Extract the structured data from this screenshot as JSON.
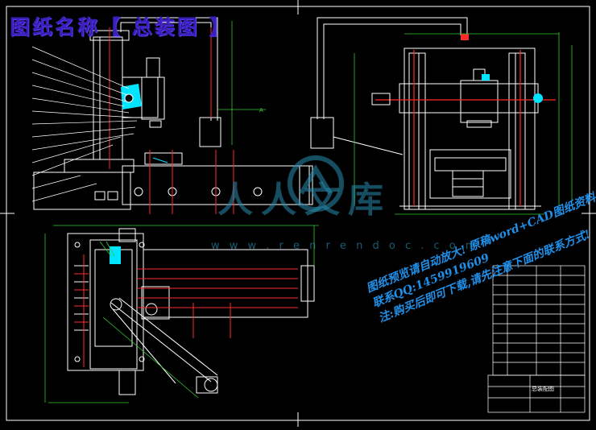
{
  "drawing": {
    "title": "图纸名称【 总装图 】",
    "label_a": "A",
    "watermark": {
      "brand": "人人文库",
      "url": "w w w . r e n r e n d o c . c o m"
    },
    "promo_lines": [
      "图纸预览请自动放大! 原稿word+CAD图纸资料,",
      "联系QQ:1459919609",
      "注:购买后即可下载,请先注意下面的联系方式!"
    ],
    "table_label": "总装配图"
  },
  "colors": {
    "background": "#000000",
    "outline": "#ffffff",
    "dimension": "#33cc33",
    "center": "#ff2a2a",
    "accent": "#00e5ff",
    "title": "#3b1fb8",
    "watermark": "#2a8caf"
  }
}
